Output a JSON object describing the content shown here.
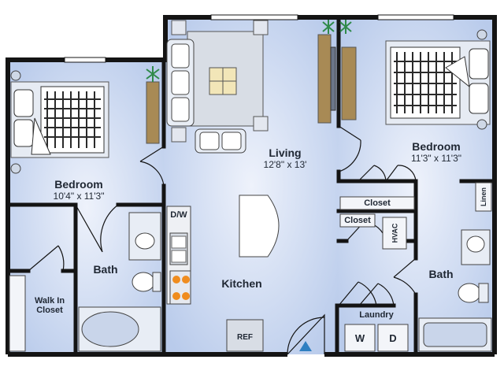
{
  "rooms": {
    "living": {
      "name": "Living",
      "dims": "12'8\" x 13'"
    },
    "bedroom_left": {
      "name": "Bedroom",
      "dims": "10'4\" x 11'3\""
    },
    "bedroom_right": {
      "name": "Bedroom",
      "dims": "11'3\" x 11'3\""
    },
    "bath_left": {
      "name": "Bath"
    },
    "bath_right": {
      "name": "Bath"
    },
    "kitchen": {
      "name": "Kitchen"
    },
    "walk_in_closet": {
      "line1": "Walk In",
      "line2": "Closet"
    },
    "laundry": {
      "name": "Laundry"
    }
  },
  "fixtures": {
    "dw": "D/W",
    "ref": "REF",
    "closet_top": "Closet",
    "closet_bottom": "Closet",
    "hvac": "HVAC",
    "linen": "Linen",
    "washer": "W",
    "dryer": "D"
  },
  "colors": {
    "floor": "#c4d3ee",
    "floor_light": "#dfe7f7",
    "wall": "#141414",
    "entry_marker": "#2f7fc1",
    "plant": "#2f8a4a",
    "wood": "#a88a55",
    "stove_burner": "#f08c1e"
  }
}
